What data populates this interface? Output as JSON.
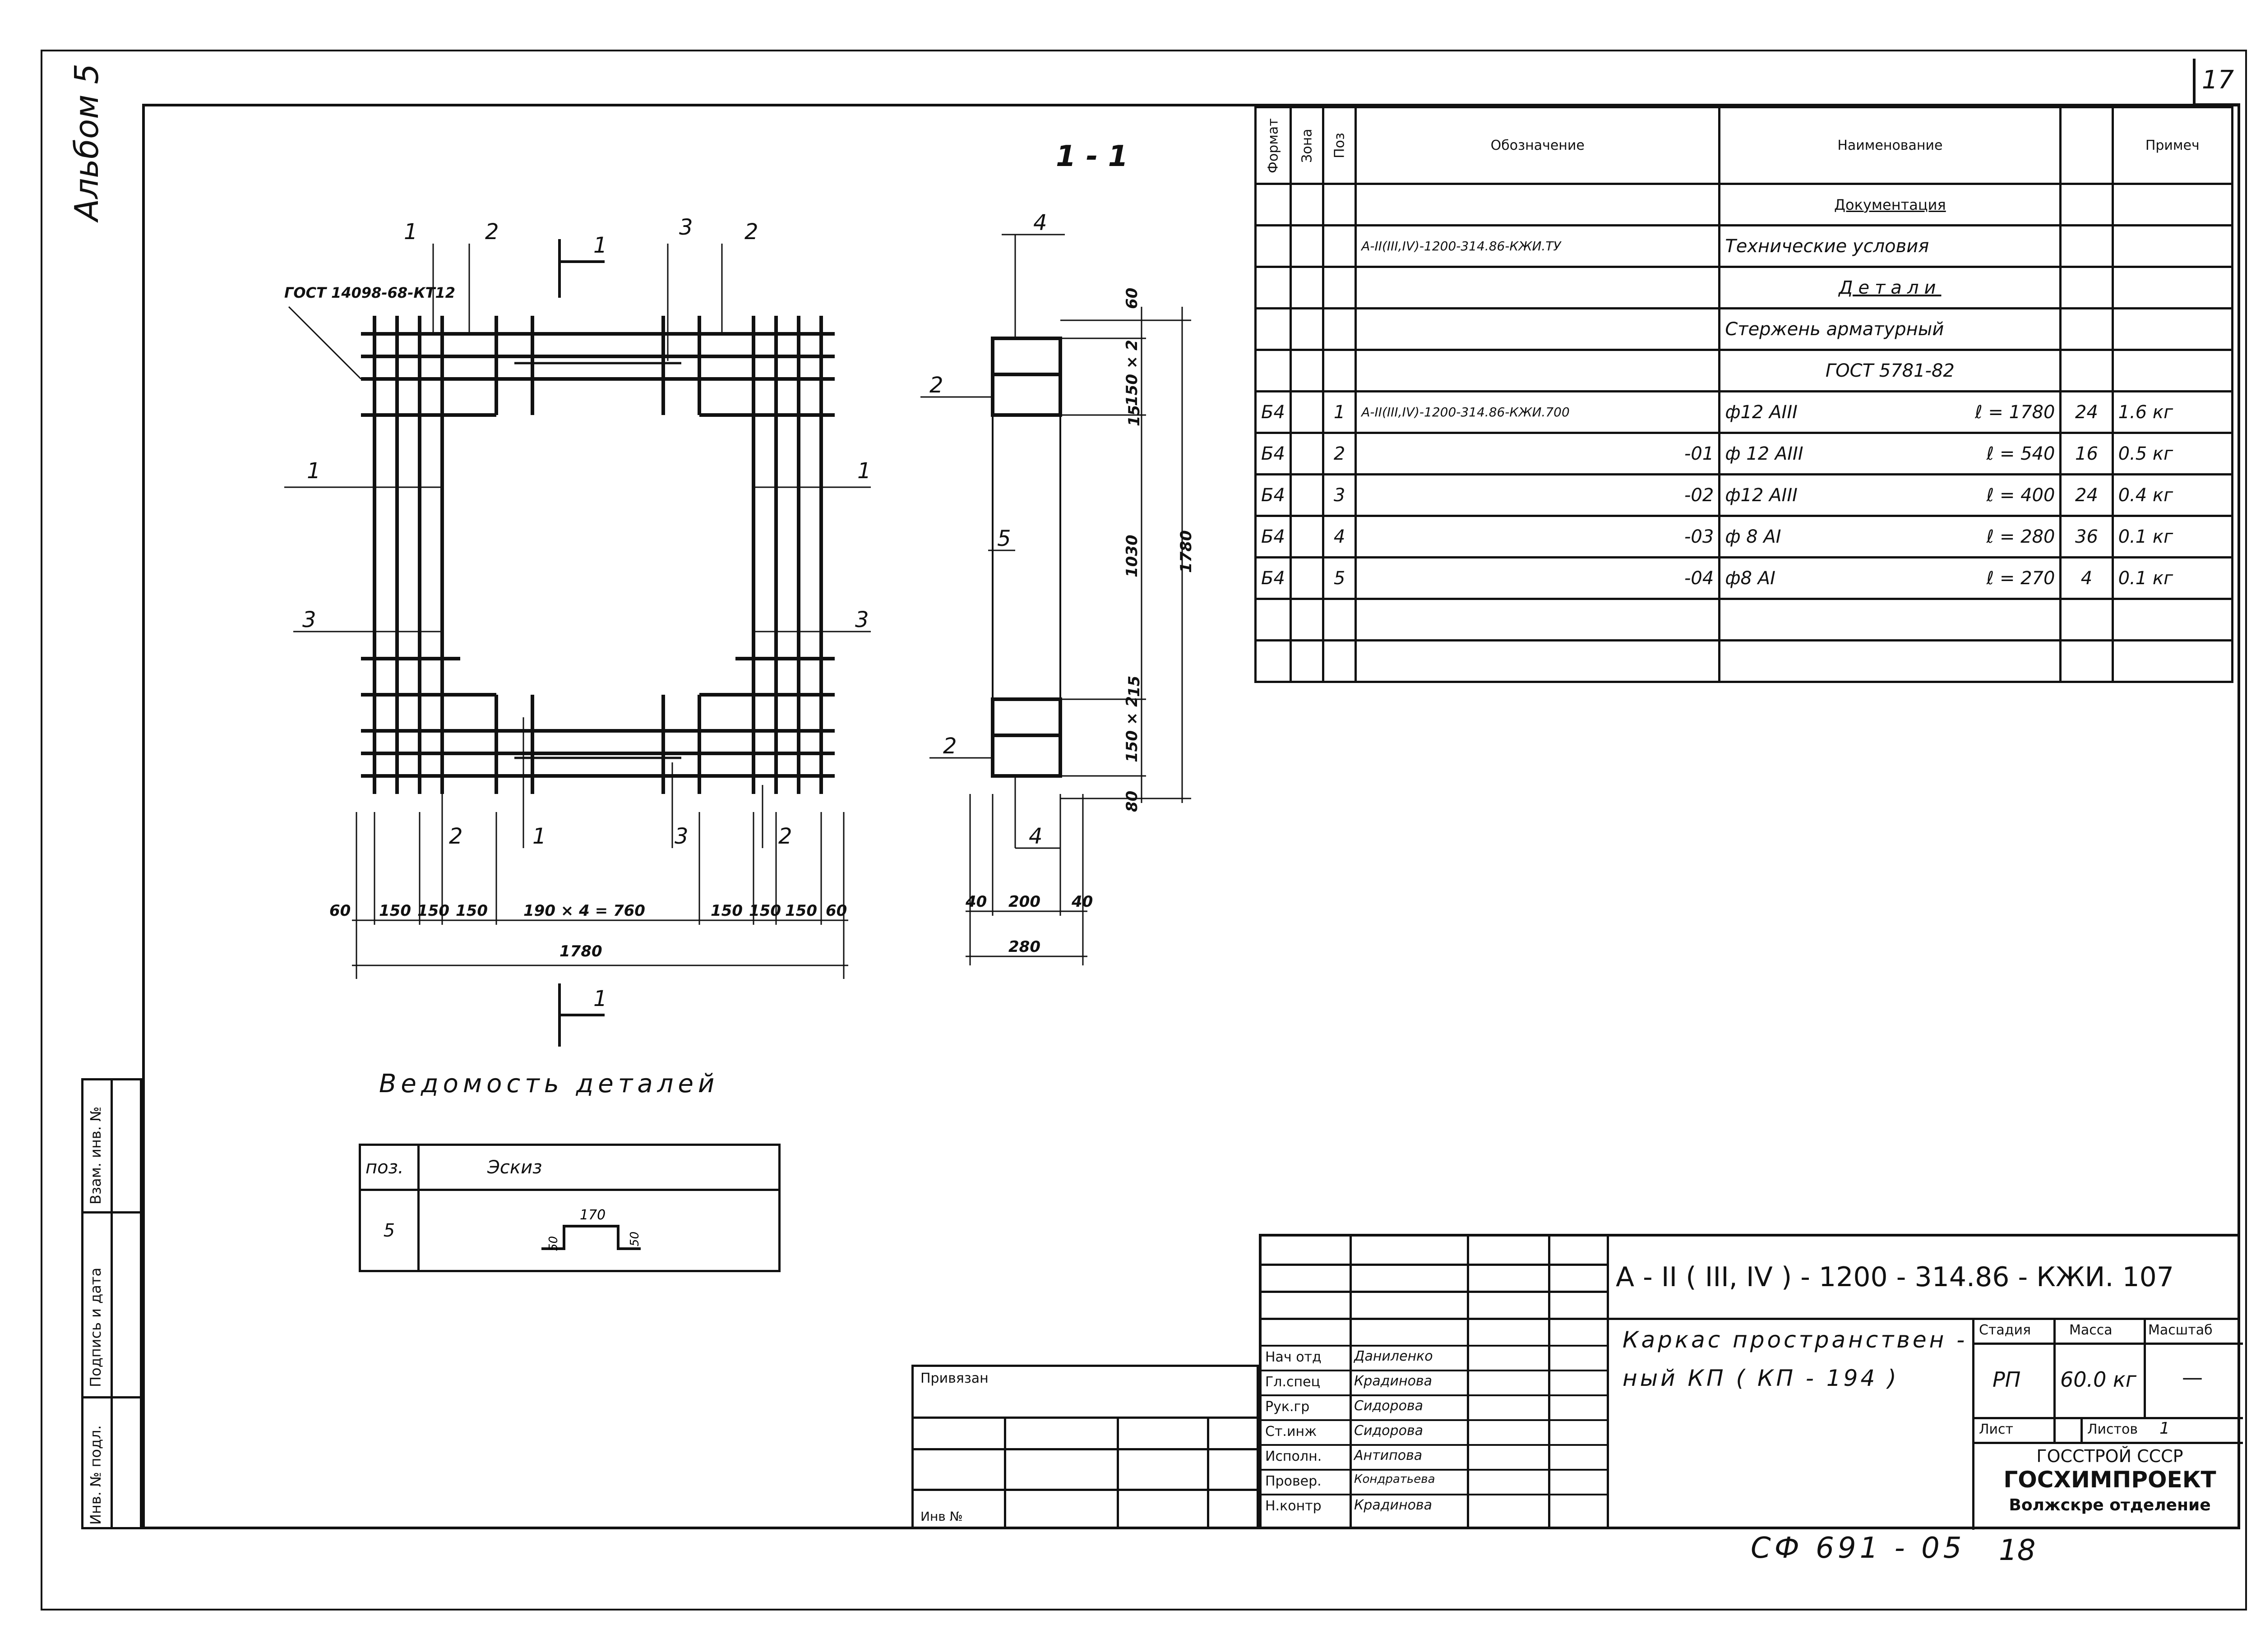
{
  "sheet_number": "17",
  "album": "Альбом 5",
  "section_label": "1 - 1",
  "cut_label": "1",
  "gost_note": "ГОСТ 14098-68-КТ12",
  "plan": {
    "callouts_top": [
      "1",
      "2",
      "3",
      "2"
    ],
    "callouts_side": [
      "1",
      "3",
      "1",
      "3"
    ],
    "callouts_bottom": [
      "2",
      "1",
      "3",
      "2"
    ],
    "dims_bottom": [
      "60",
      "150",
      "150",
      "150",
      "190 × 4 = 760",
      "150",
      "150",
      "150",
      "60"
    ],
    "dim_total": "1780"
  },
  "section": {
    "callouts": [
      "4",
      "2",
      "5",
      "2",
      "4"
    ],
    "dims_right": [
      "60",
      "150 × 2",
      "15",
      "1030",
      "15",
      "150 × 2",
      "80"
    ],
    "dim_overall": "1780",
    "dims_bottom": [
      "40",
      "200",
      "40"
    ],
    "dim_width": "280"
  },
  "details_title": "Ведомость деталей",
  "details_table": {
    "headers": [
      "поз.",
      "Эскиз"
    ],
    "row_pos": "5",
    "sketch_top": "170",
    "sketch_left": "50",
    "sketch_right": "50"
  },
  "spec": {
    "headers": {
      "format": "Формат",
      "zone": "Зона",
      "pos": "Поз",
      "designation": "Обозначение",
      "name": "Наименование",
      "qty": "",
      "note": "Примеч"
    },
    "doc_section": "Документация",
    "tu_designation": "А-II(III,IV)-1200-314.86-КЖИ.ТУ",
    "tu_name": "Технические условия",
    "details_section": "Детали",
    "rod_name": "Стержень арматурный",
    "rod_gost": "ГОСТ 5781-82",
    "rows": [
      {
        "format": "Б4",
        "pos": "1",
        "designation": "А-II(III,IV)-1200-314.86-КЖИ.700",
        "name": "ф12 АIII",
        "len": "ℓ = 1780",
        "qty": "24",
        "note": "1.6 кг"
      },
      {
        "format": "Б4",
        "pos": "2",
        "designation": "-01",
        "name": "ф 12 АIII",
        "len": "ℓ = 540",
        "qty": "16",
        "note": "0.5 кг"
      },
      {
        "format": "Б4",
        "pos": "3",
        "designation": "-02",
        "name": "ф12 АIII",
        "len": "ℓ = 400",
        "qty": "24",
        "note": "0.4 кг"
      },
      {
        "format": "Б4",
        "pos": "4",
        "designation": "-03",
        "name": "ф 8 АI",
        "len": "ℓ = 280",
        "qty": "36",
        "note": "0.1 кг"
      },
      {
        "format": "Б4",
        "pos": "5",
        "designation": "-04",
        "name": "ф8 АI",
        "len": "ℓ = 270",
        "qty": "4",
        "note": "0.1 кг"
      }
    ]
  },
  "side_stamp": {
    "vzam": "Взам. инв. №",
    "podpis": "Подпись и дата",
    "inv": "Инв. № подл."
  },
  "privyazan": "Привязан",
  "inv_no": "Инв №",
  "title_block": {
    "code": "А - II ( III, IV ) - 1200 - 314.86 - КЖИ. 107",
    "title_line1": "Каркас пространствен -",
    "title_line2": "ный   КП  ( КП - 194 )",
    "stage_label": "Стадия",
    "mass_label": "Масса",
    "scale_label": "Масштаб",
    "stage": "РП",
    "mass": "60.0 кг",
    "scale": "—",
    "sheet_label": "Лист",
    "sheets_label": "Листов",
    "sheets": "1",
    "org1": "ГОССТРОЙ СССР",
    "org2": "ГОСХИМПРОЕКТ",
    "org3": "Волжскре отделение",
    "roles": [
      {
        "role": "Нач отд",
        "name": "Даниленко"
      },
      {
        "role": "Гл.спец",
        "name": "Крадинова"
      },
      {
        "role": "Рук.гр",
        "name": "Сидорова"
      },
      {
        "role": "Ст.инж",
        "name": "Сидорова"
      },
      {
        "role": "Исполн.",
        "name": "Антипова"
      },
      {
        "role": "Провер.",
        "name": "Кондратьева"
      },
      {
        "role": "Н.контр",
        "name": "Крадинова"
      }
    ]
  },
  "footer_code": "СФ 691 - 05",
  "footer_num": "18"
}
